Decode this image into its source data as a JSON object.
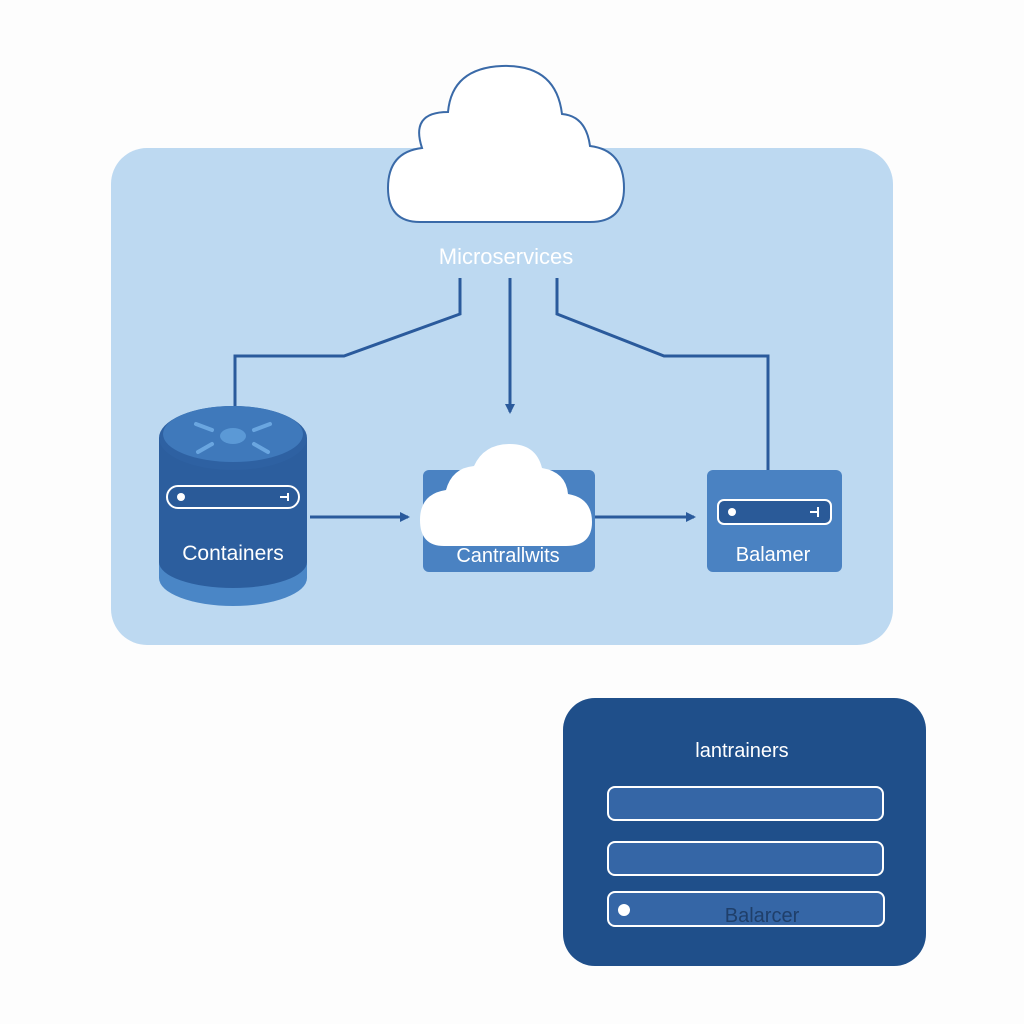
{
  "diagram": {
    "main_panel": {
      "cloud_label": "Microservices"
    },
    "nodes": {
      "containers": {
        "label": "Containers"
      },
      "center": {
        "label": "Cantrallwits"
      },
      "balancer": {
        "label": "Balamer"
      }
    },
    "legend_panel": {
      "title": "lantrainers",
      "rows": [
        {
          "label": ""
        },
        {
          "label": ""
        },
        {
          "label": "Balarcer"
        }
      ]
    }
  },
  "colors": {
    "panel_light": "#bdd9f1",
    "panel_dark": "#1f4f8a",
    "node_fill": "#4a82c2",
    "node_dark": "#2b5c9c",
    "line": "#2a5a9c",
    "cloud": "#ffffff"
  }
}
